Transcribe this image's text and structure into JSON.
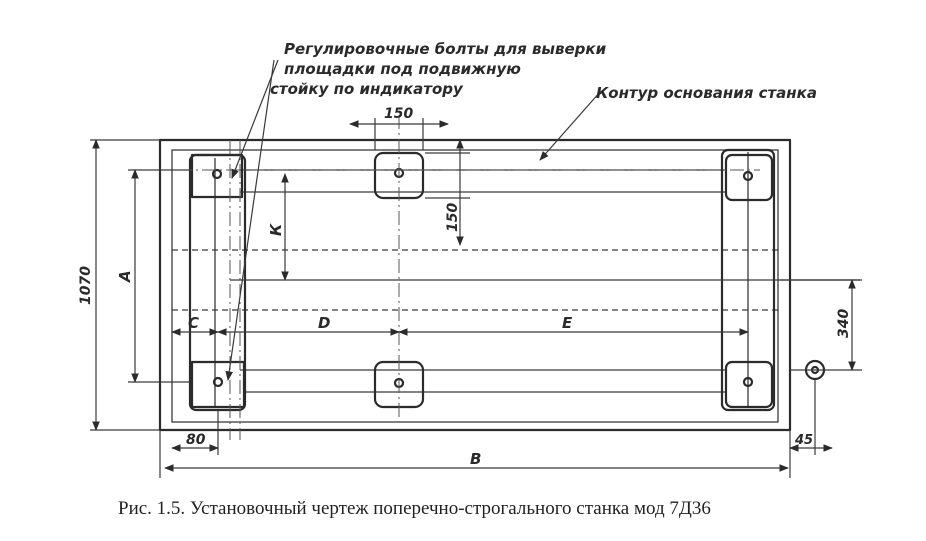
{
  "annotations": {
    "adjusting_bolts": [
      "Регулировочные болты для выверки",
      "площадки под подвижную",
      "стойку по индикатору"
    ],
    "machine_base_contour": "Контур основания станка"
  },
  "dimensions": {
    "pad_width": "150",
    "pad_height": "150",
    "overall_height": "1070",
    "height_A": "А",
    "height_K": "К",
    "dist_C": "С",
    "dist_D": "D",
    "dist_E": "Е",
    "right_offset": "340",
    "left_offset": "80",
    "overall_length": "В",
    "right_margin": "45"
  },
  "caption": "Рис. 1.5. Установочный чертеж поперечно-строгального станка мод 7Д36",
  "colors": {
    "ink": "#2b2b2b",
    "paper": "#ffffff"
  }
}
